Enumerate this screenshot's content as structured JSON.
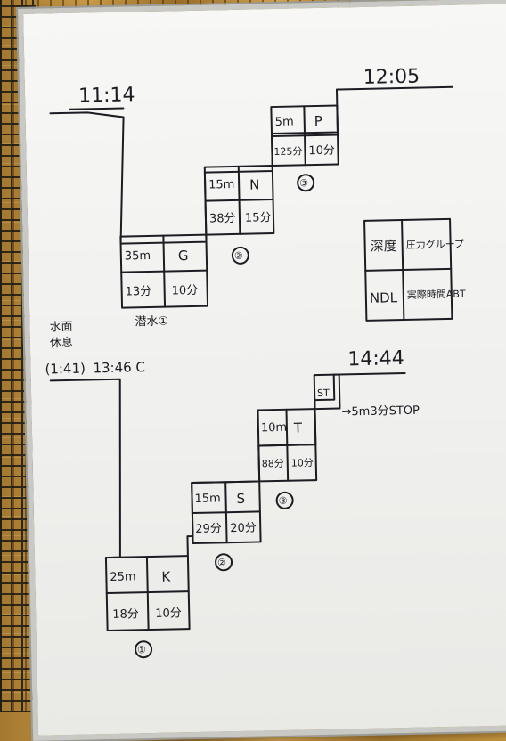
{
  "dive1": {
    "start_time": "11:14",
    "end_time": "12:05",
    "caption": "潜水①",
    "g_group": "G",
    "g_depth": "35m",
    "g_ndl": "13分",
    "g_abt": "10分",
    "n_group": "N",
    "n_depth": "15m",
    "n_ndl": "38分",
    "n_abt": "15分",
    "n_num": "②",
    "p_group": "P",
    "p_depth": "5m",
    "p_ndl": "125分",
    "p_abt": "10分",
    "p_num": "③"
  },
  "legend": {
    "depth": "深度",
    "group": "圧力グループ",
    "ndl": "NDL",
    "abt": "実際時間ABT"
  },
  "surface": {
    "label1": "水面",
    "label2": "休息",
    "interval": "(1:41)",
    "time_group": "13:46 C"
  },
  "dive2": {
    "end_time": "14:44",
    "k_group": "K",
    "k_depth": "25m",
    "k_ndl": "18分",
    "k_abt": "10分",
    "k_num": "①",
    "s_group": "S",
    "s_depth": "15m",
    "s_ndl": "29分",
    "s_abt": "20分",
    "s_num": "②",
    "t_group": "T",
    "t_depth": "10m",
    "t_ndl": "88分",
    "t_abt": "10分",
    "t_num": "③",
    "st_label": "ST",
    "stop_note": "→5m3分STOP"
  },
  "colors": {
    "ink": "#1c1c22",
    "board": "#f4f4f2",
    "frame": "#c8c8c4"
  }
}
